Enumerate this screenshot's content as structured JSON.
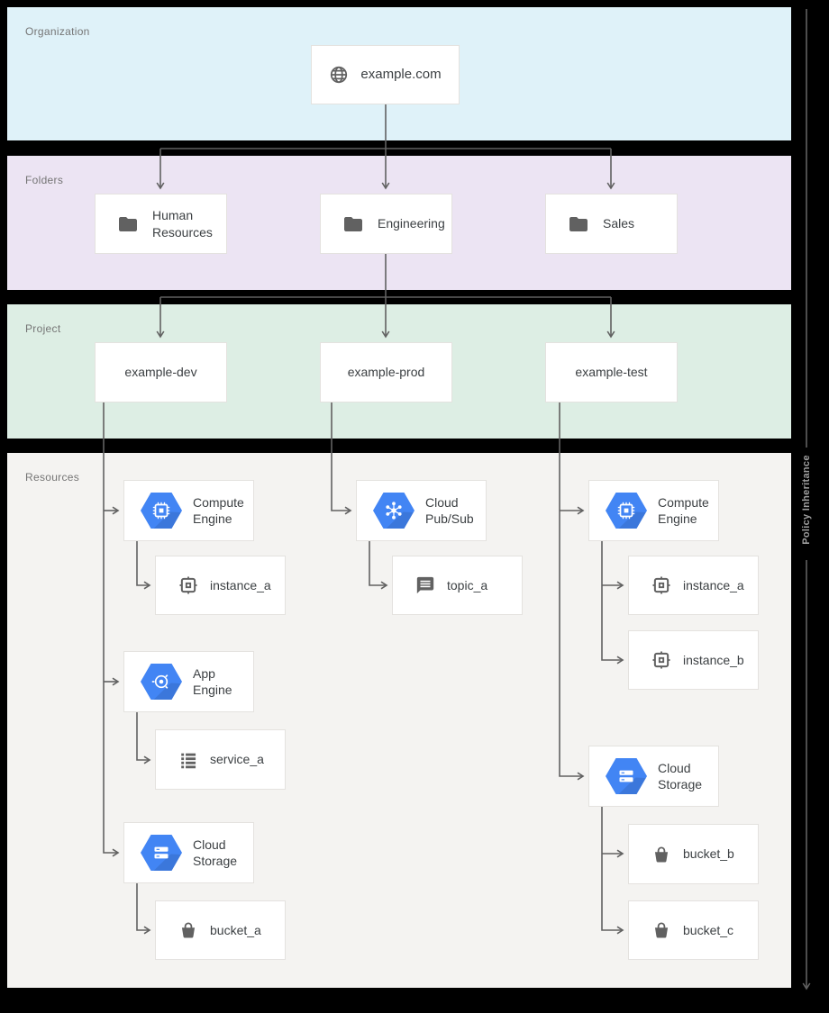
{
  "bands": [
    {
      "label": "Organization",
      "color": "#dff2f9"
    },
    {
      "label": "Folders",
      "color": "#ece4f3"
    },
    {
      "label": "Project",
      "color": "#ddeee4"
    },
    {
      "label": "Resources",
      "color": "#f4f3f1"
    }
  ],
  "nodes": {
    "organization": {
      "label": "example.com",
      "icon": "globe-icon"
    },
    "folders": [
      {
        "label": "Human Resources",
        "icon": "folder-icon"
      },
      {
        "label": "Engineering",
        "icon": "folder-icon"
      },
      {
        "label": "Sales",
        "icon": "folder-icon"
      }
    ],
    "projects": [
      {
        "label": "example-dev"
      },
      {
        "label": "example-prod"
      },
      {
        "label": "example-test"
      }
    ],
    "resources": {
      "dev": [
        {
          "label": "Compute Engine",
          "icon": "compute-engine-icon"
        },
        {
          "label": "instance_a",
          "icon": "instance-icon"
        },
        {
          "label": "App Engine",
          "icon": "app-engine-icon"
        },
        {
          "label": "service_a",
          "icon": "service-icon"
        },
        {
          "label": "Cloud Storage",
          "icon": "cloud-storage-icon"
        },
        {
          "label": "bucket_a",
          "icon": "bucket-icon"
        }
      ],
      "prod": [
        {
          "label": "Cloud Pub/Sub",
          "icon": "cloud-pubsub-icon"
        },
        {
          "label": "topic_a",
          "icon": "topic-icon"
        }
      ],
      "test": [
        {
          "label": "Compute Engine",
          "icon": "compute-engine-icon"
        },
        {
          "label": "instance_a",
          "icon": "instance-icon"
        },
        {
          "label": "instance_b",
          "icon": "instance-icon"
        },
        {
          "label": "Cloud Storage",
          "icon": "cloud-storage-icon"
        },
        {
          "label": "bucket_b",
          "icon": "bucket-icon"
        },
        {
          "label": "bucket_c",
          "icon": "bucket-icon"
        }
      ]
    }
  },
  "policy_arrow": {
    "label": "Policy Inheritance"
  },
  "colors": {
    "background": "#000000",
    "organization_band": "#dff2f9",
    "folders_band": "#ece4f3",
    "project_band": "#ddeee4",
    "resources_band": "#f4f3f1",
    "accent_blue": "#4285f4",
    "icon_gray": "#616161",
    "line_gray": "#616161",
    "card_text": "#3c4043",
    "band_label_gray": "#757575"
  }
}
